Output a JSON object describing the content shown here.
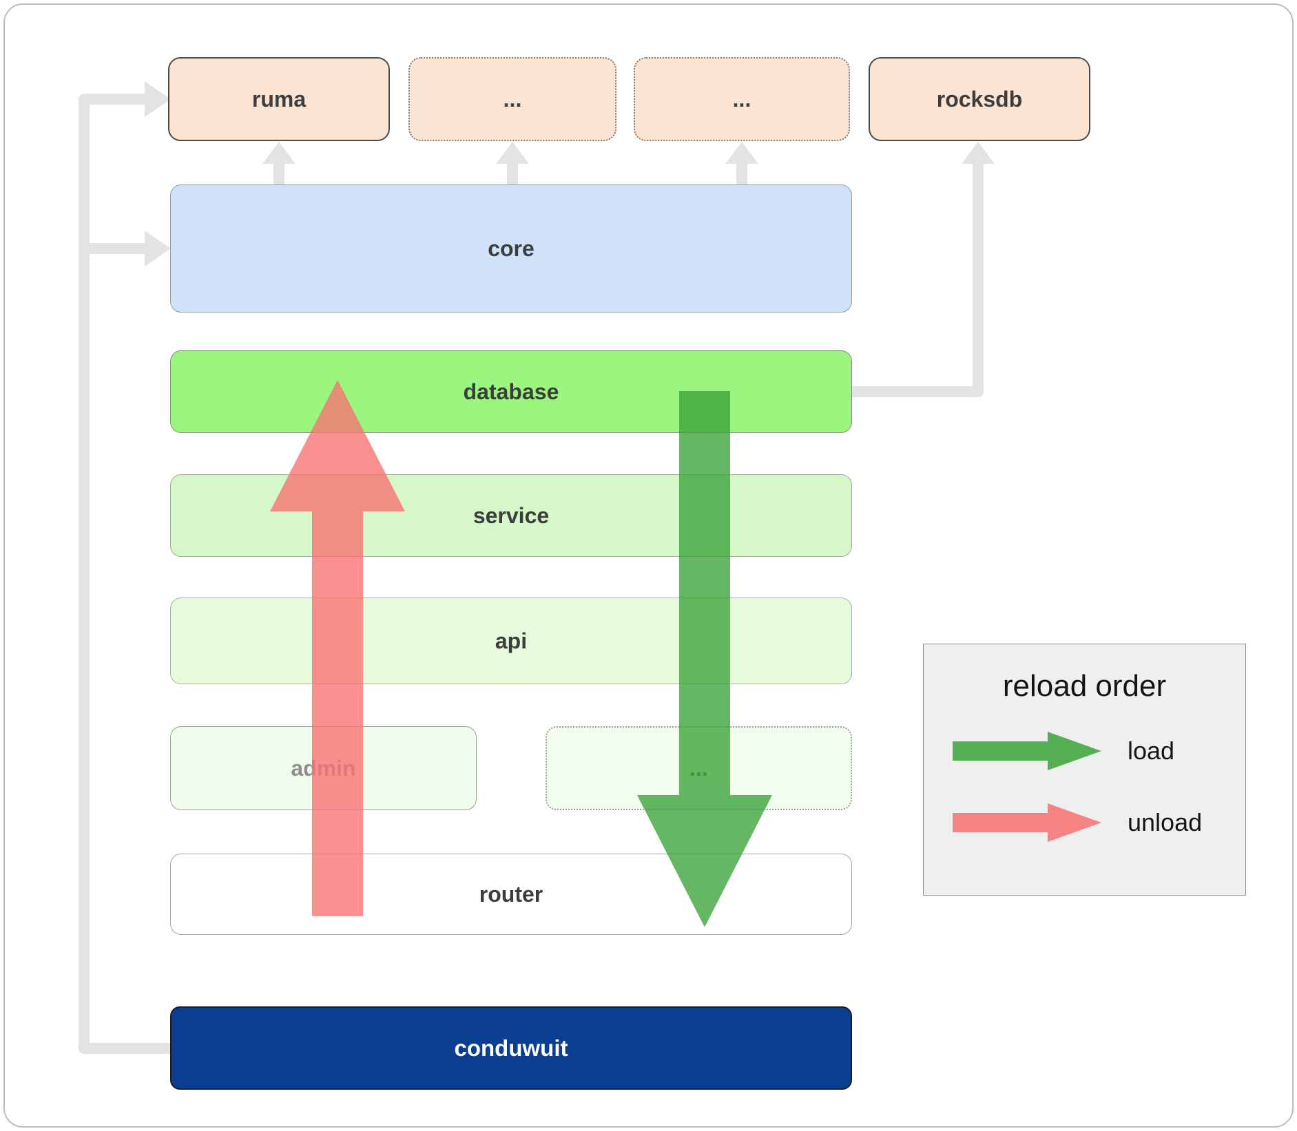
{
  "nodes": {
    "ruma": "ruma",
    "dep_a": "...",
    "dep_b": "...",
    "rocksdb": "rocksdb",
    "core": "core",
    "database": "database",
    "service": "service",
    "api": "api",
    "admin": "admin",
    "service_more": "...",
    "router": "router",
    "conduwuit": "conduwuit"
  },
  "legend": {
    "title": "reload order",
    "items": [
      {
        "label": "load",
        "color": "#3aa33a"
      },
      {
        "label": "unload",
        "color": "#f87171"
      }
    ]
  },
  "colors": {
    "external_box": "#fce4d2",
    "core_box": "#cfe2f7",
    "database_box": "#9bf57e",
    "service_box": "#d6f7c8",
    "api_box": "#e6fbdb",
    "admin_box": "#f0fcec",
    "router_box": "#ffffff",
    "conduwuit_box": "#0a3e90",
    "load_arrow": "#3aa33a",
    "unload_arrow": "#f87171",
    "connector": "#e3e3e3"
  }
}
